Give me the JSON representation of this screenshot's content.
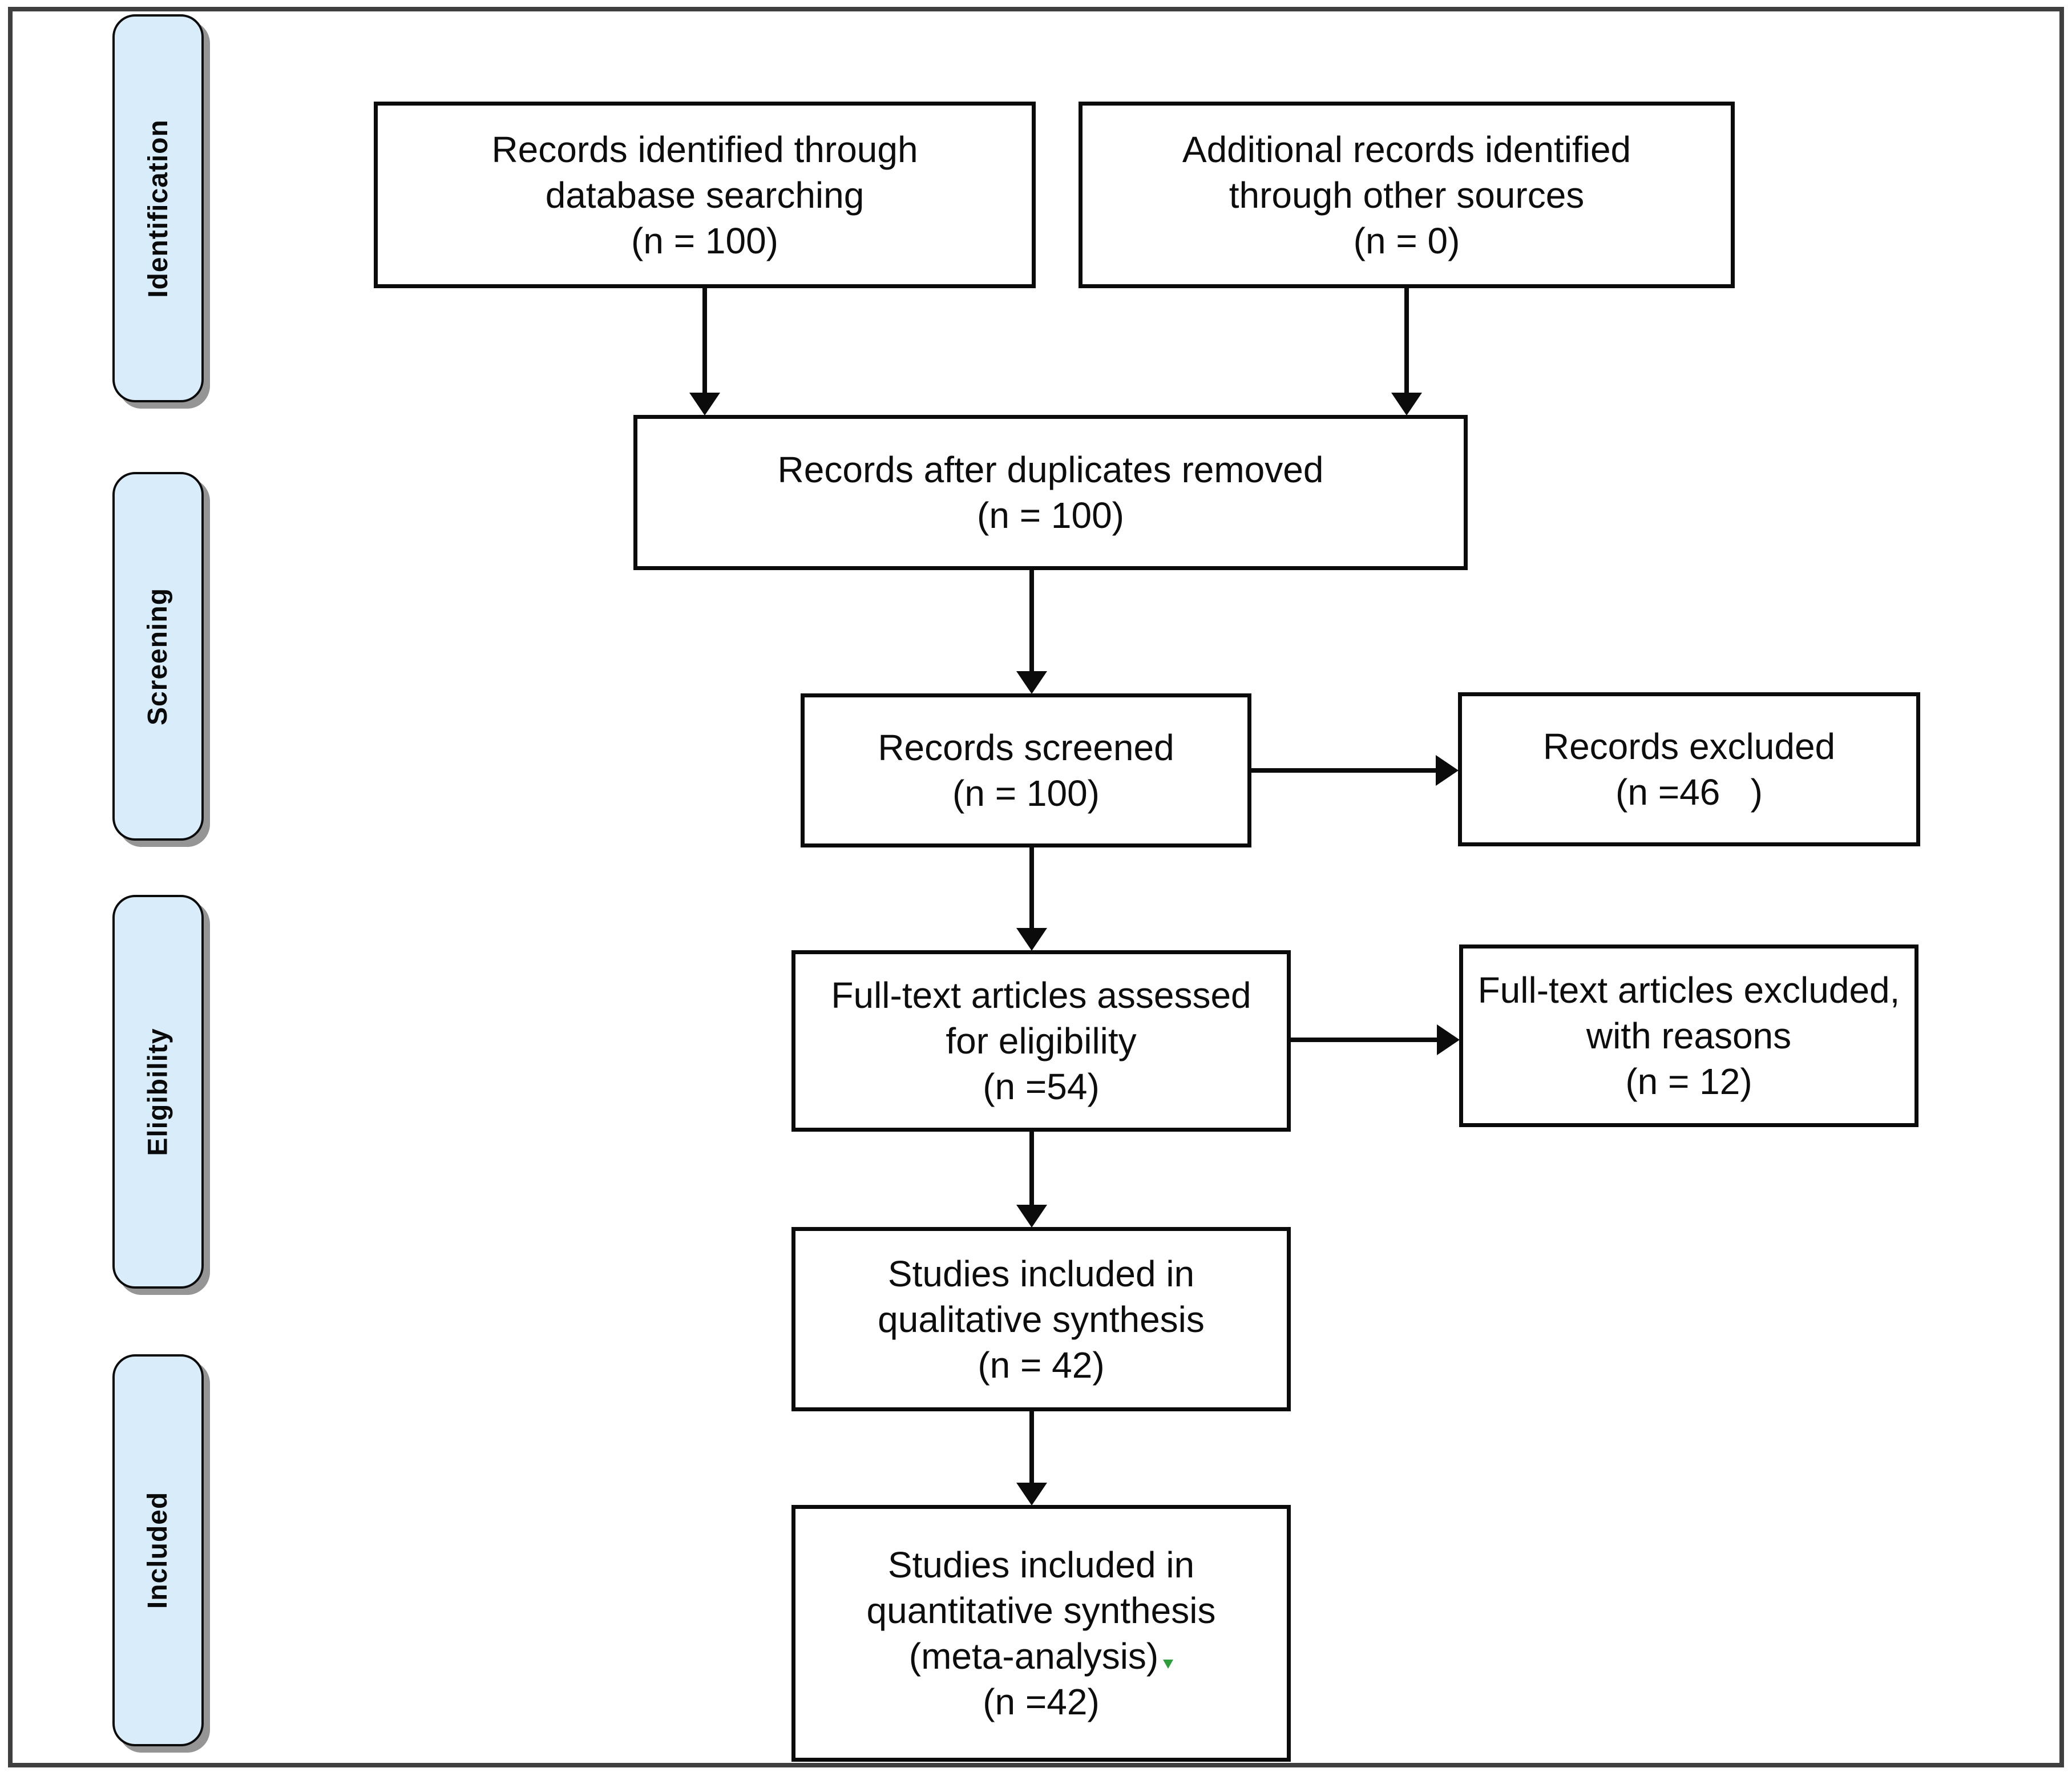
{
  "figure": {
    "type": "prisma-flow-diagram",
    "stages": [
      {
        "label": "Identification"
      },
      {
        "label": "Screening"
      },
      {
        "label": "Eligibility"
      },
      {
        "label": "Included"
      }
    ],
    "boxes": {
      "identified": {
        "lines": [
          "Records identified through",
          "database searching",
          "(n = 100)"
        ]
      },
      "additional": {
        "lines": [
          "Additional records identified",
          "through other sources",
          "(n = 0)"
        ]
      },
      "deduplicated": {
        "lines": [
          "Records after duplicates removed",
          "(n = 100)"
        ]
      },
      "screened": {
        "lines": [
          "Records screened",
          "(n = 100)"
        ]
      },
      "records_excluded": {
        "lines": [
          "Records excluded",
          "(n =46   )"
        ]
      },
      "fulltext_assessed": {
        "lines": [
          "Full-text articles assessed",
          "for eligibility",
          "(n =54)"
        ]
      },
      "fulltext_excluded": {
        "lines": [
          "Full-text articles excluded,",
          "with reasons",
          "(n = 12)"
        ]
      },
      "qualitative": {
        "lines": [
          "Studies included in",
          "qualitative synthesis",
          "(n = 42)"
        ]
      },
      "quantitative": {
        "lines": [
          "Studies included in",
          "quantitative synthesis",
          "(meta-analysis)",
          "(n =42)"
        ]
      }
    },
    "colors": {
      "stage_fill": "#d9ecfa",
      "stage_border": "#0b0b0b",
      "box_border": "#0b0b0b",
      "frame_border": "#3f3f3f",
      "text": "#0d0d0d",
      "artifact_green": "#2e9e3a"
    }
  }
}
